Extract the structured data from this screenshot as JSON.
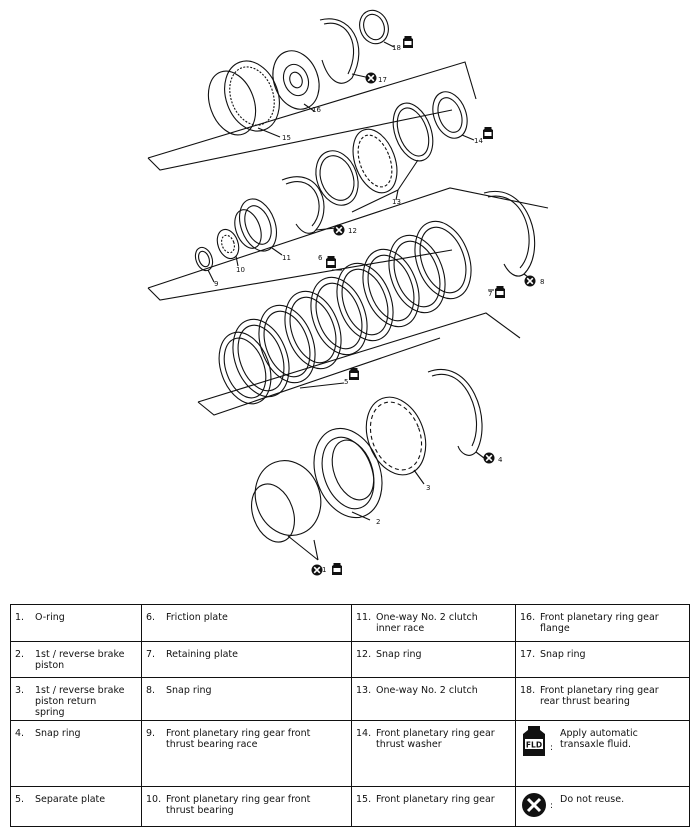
{
  "callouts": [
    "1",
    "2",
    "3",
    "4",
    "5",
    "6",
    "7",
    "8",
    "9",
    "10",
    "11",
    "12",
    "13",
    "14",
    "15",
    "16",
    "17",
    "18"
  ],
  "icon_label": "FLD",
  "legend": {
    "rows": [
      [
        {
          "n": "1.",
          "t": "O-ring"
        },
        {
          "n": "6.",
          "t": "Friction plate"
        },
        {
          "n": "11.",
          "t": "One-way No. 2 clutch inner race"
        },
        {
          "n": "16.",
          "t": "Front planetary ring gear flange"
        }
      ],
      [
        {
          "n": "2.",
          "t": "1st / reverse brake piston"
        },
        {
          "n": "7.",
          "t": "Retaining plate"
        },
        {
          "n": "12.",
          "t": "Snap ring"
        },
        {
          "n": "17.",
          "t": "Snap ring"
        }
      ],
      [
        {
          "n": "3.",
          "t": "1st / reverse brake piston return spring"
        },
        {
          "n": "8.",
          "t": "Snap ring"
        },
        {
          "n": "13.",
          "t": "One-way No. 2 clutch"
        },
        {
          "n": "18.",
          "t": "Front planetary ring gear rear thrust bearing"
        }
      ],
      [
        {
          "n": "4.",
          "t": "Snap ring"
        },
        {
          "n": "9.",
          "t": "Front planetary ring gear front thrust bearing race"
        },
        {
          "n": "14.",
          "t": "Front planetary ring gear thrust washer"
        },
        {
          "icon": "fluid-bottle-icon",
          "t": "Apply automatic transaxle fluid."
        }
      ],
      [
        {
          "n": "5.",
          "t": "Separate plate"
        },
        {
          "n": "10.",
          "t": "Front planetary ring gear front thrust bearing"
        },
        {
          "n": "15.",
          "t": "Front planetary ring gear"
        },
        {
          "icon": "do-not-reuse-icon",
          "t": "Do not reuse."
        }
      ]
    ]
  }
}
